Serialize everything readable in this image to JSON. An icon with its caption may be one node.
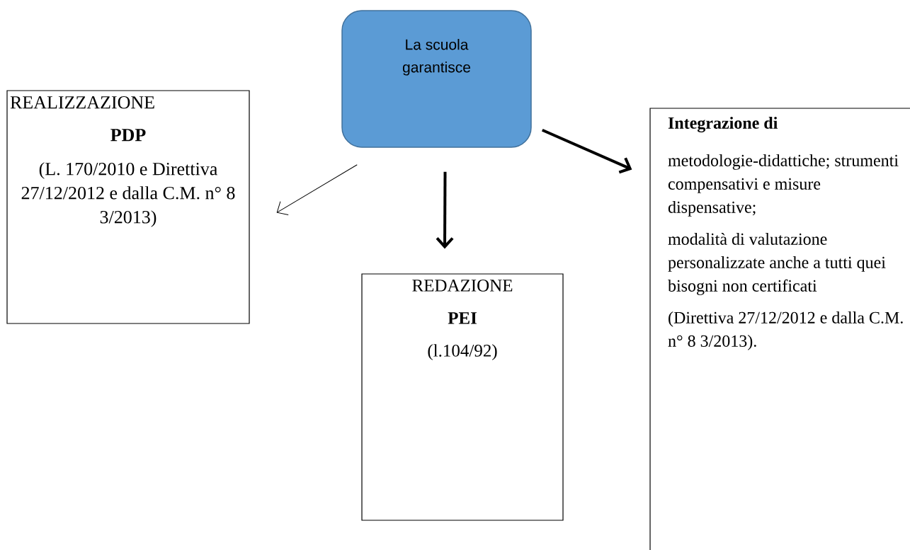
{
  "diagram": {
    "nodes": [
      {
        "text": [
          "La scuola garantisce"
        ]
      },
      {
        "text": [
          "REALIZZAZIONE",
          "PDP",
          "(L. 170/2010 e Direttiva 27/12/2012 e dalla C.M. n° 8 3/2013)"
        ]
      },
      {
        "text": [
          "REDAZIONE",
          "PEI",
          "(l.104/92)"
        ]
      },
      {
        "text": [
          "Integrazione di",
          "metodologie-didattiche; strumenti compensativi e misure dispensative;",
          "modalità di valutazione personalizzate anche a tutti quei bisogni non certificati",
          "(Direttiva 27/12/2012 e dalla C.M. n° 8 3/2013)."
        ]
      }
    ],
    "edges": [
      {
        "from": 0,
        "to": 1,
        "arrow": "to"
      },
      {
        "from": 0,
        "to": 2,
        "arrow": "to"
      },
      {
        "from": 0,
        "to": 3,
        "arrow": "to"
      }
    ]
  }
}
